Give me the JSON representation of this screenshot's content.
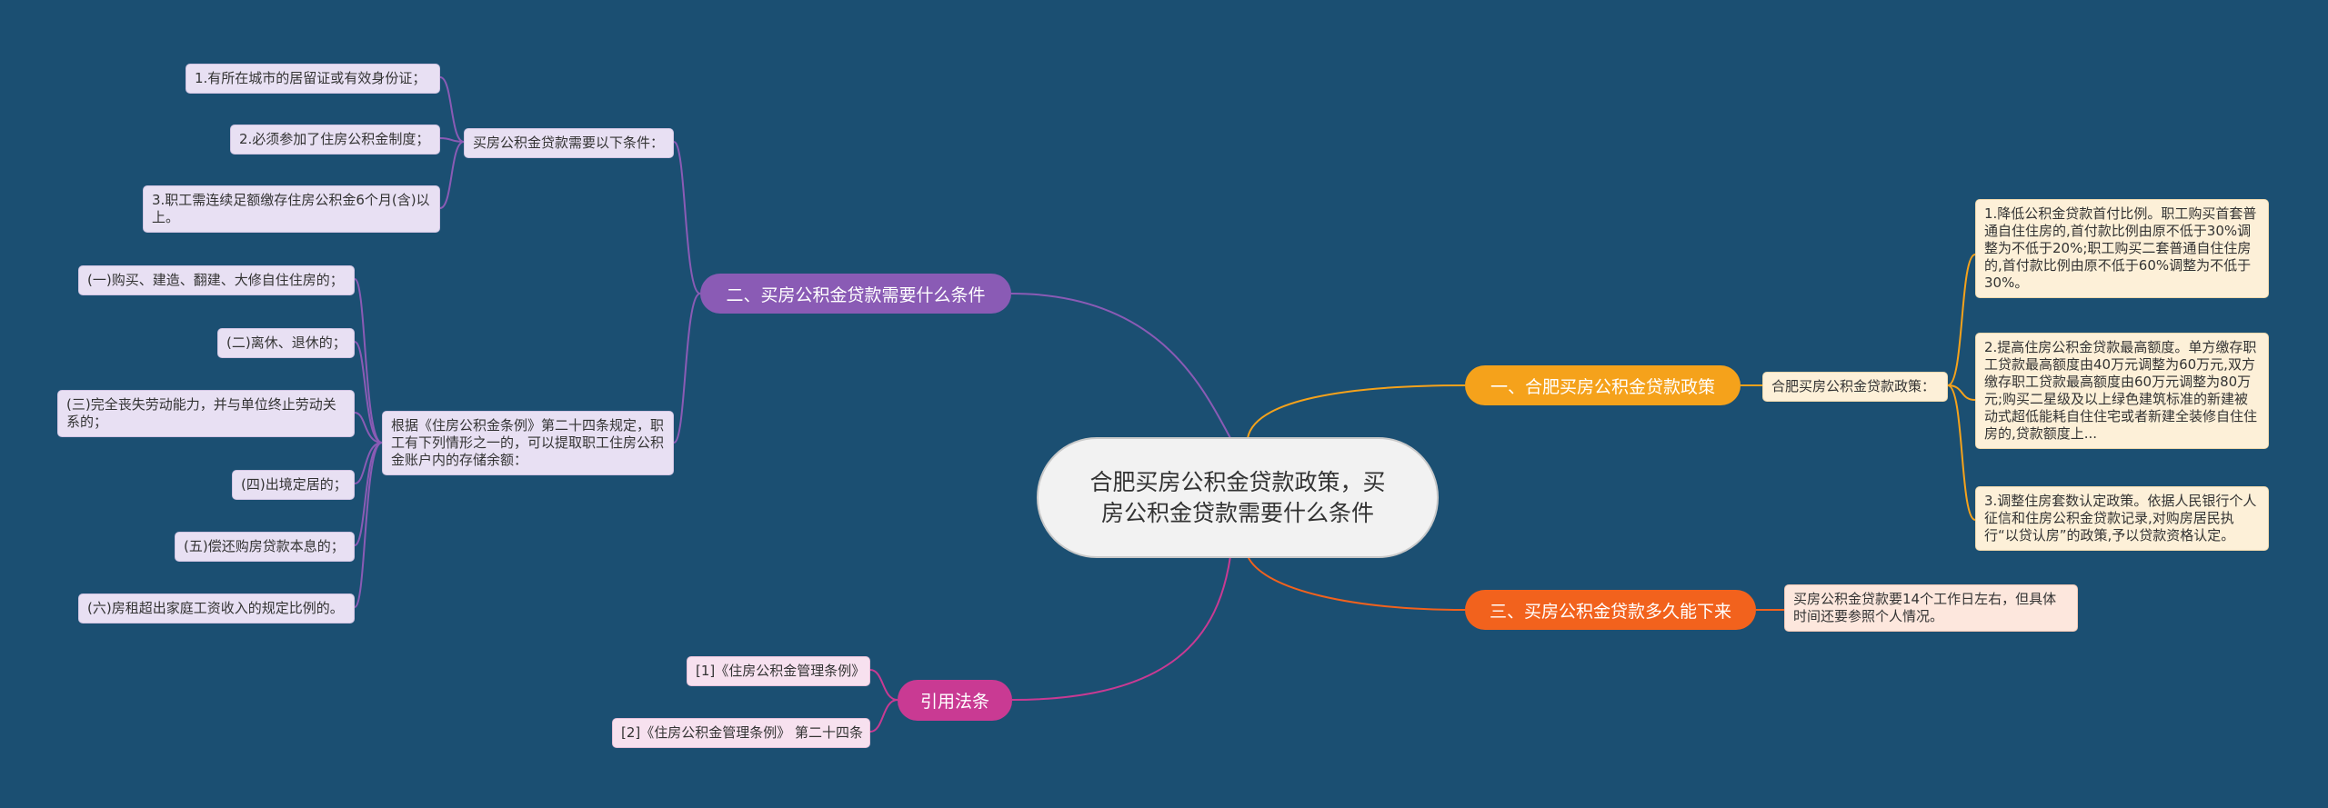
{
  "root": {
    "title": "合肥买房公积金贷款政策，买房公积金贷款需要什么条件"
  },
  "branches": {
    "policy": {
      "label": "一、合肥买房公积金贷款政策",
      "sub_label": "合肥买房公积金贷款政策：",
      "items": [
        "1.降低公积金贷款首付比例。职工购买首套普通自住住房的,首付款比例由原不低于30%调整为不低于20%;职工购买二套普通自住住房的,首付款比例由原不低于60%调整为不低于30%。",
        "2.提高住房公积金贷款最高额度。单方缴存职工贷款最高额度由40万元调整为60万元,双方缴存职工贷款最高额度由60万元调整为80万元;购买二星级及以上绿色建筑标准的新建被动式超低能耗自住住宅或者新建全装修自住住房的,贷款额度上...",
        "3.调整住房套数认定政策。依据人民银行个人征信和住房公积金贷款记录,对购房居民执行“以贷认房”的政策,予以贷款资格认定。"
      ]
    },
    "conditions": {
      "label": "二、买房公积金贷款需要什么条件",
      "group1": {
        "label": "买房公积金贷款需要以下条件：",
        "items": [
          "1.有所在城市的居留证或有效身份证；",
          "2.必须参加了住房公积金制度；",
          "3.职工需连续足额缴存住房公积金6个月(含)以上。"
        ]
      },
      "group2": {
        "label": "根据《住房公积金条例》第二十四条规定，职工有下列情形之一的，可以提取职工住房公积金账户内的存储余额：",
        "items": [
          "(一)购买、建造、翻建、大修自住住房的；",
          "(二)离休、退休的；",
          "(三)完全丧失劳动能力，并与单位终止劳动关系的；",
          "(四)出境定居的；",
          "(五)偿还购房贷款本息的；",
          "(六)房租超出家庭工资收入的规定比例的。"
        ]
      }
    },
    "duration": {
      "label": "三、买房公积金贷款多久能下来",
      "text": "买房公积金贷款要14个工作日左右，但具体时间还要参照个人情况。"
    },
    "refs": {
      "label": "引用法条",
      "items": [
        "[1]《住房公积金管理条例》",
        "[2]《住房公积金管理条例》 第二十四条"
      ]
    }
  },
  "colors": {
    "background": "#1b4f72",
    "policy": "#f5a21b",
    "conditions": "#8a5bb5",
    "duration": "#f2621d",
    "refs": "#c93a93"
  }
}
